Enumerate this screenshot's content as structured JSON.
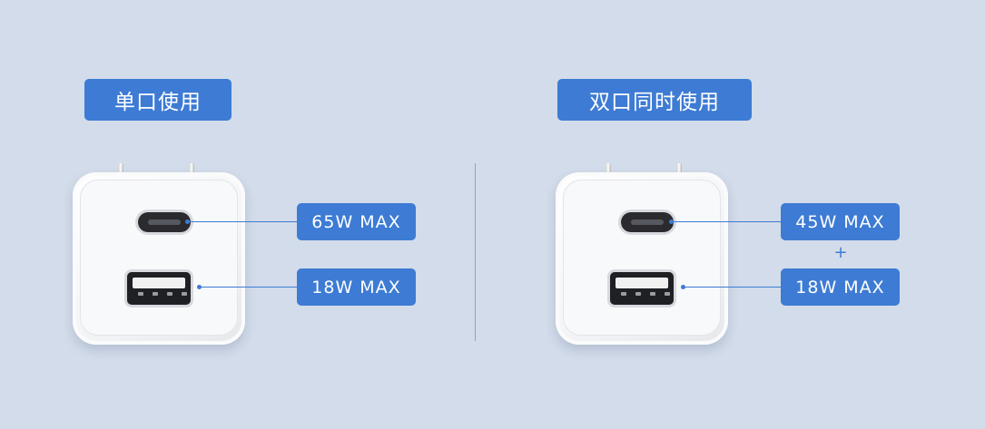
{
  "single_port": {
    "title": "单口使用",
    "usb_c_label": "65W MAX",
    "usb_a_label": "18W MAX"
  },
  "dual_port": {
    "title": "双口同时使用",
    "usb_c_label": "45W MAX",
    "plus": "+",
    "usb_a_label": "18W MAX"
  },
  "colors": {
    "background": "#d3dcea",
    "accent": "#3d7bd4",
    "divider": "#8fa3c2"
  }
}
